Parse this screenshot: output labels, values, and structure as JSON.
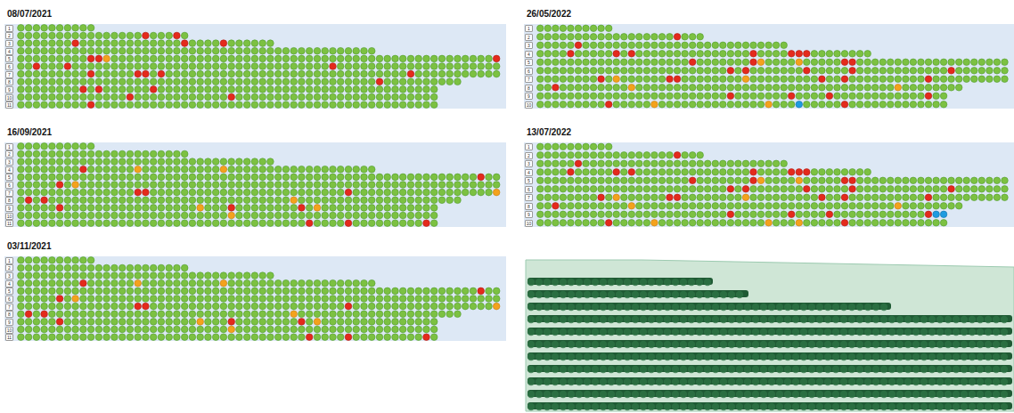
{
  "diagram": {
    "labels": [
      "08/07/2021",
      "16/09/2021",
      "03/11/2021",
      "26/05/2022",
      "13/07/2022",
      "1",
      "2",
      "3",
      "4",
      "5",
      "6",
      "7",
      "8",
      "9",
      "10",
      "11",
      "1",
      "2",
      "3",
      "4",
      "5",
      "6",
      "7",
      "8",
      "9",
      "10",
      "11",
      "1",
      "2",
      "3",
      "4",
      "5",
      "6",
      "7",
      "8",
      "9",
      "10",
      "11",
      "1",
      "2",
      "3",
      "4",
      "5",
      "6",
      "7",
      "8",
      "9",
      "10",
      "1",
      "2",
      "3",
      "4",
      "5",
      "6",
      "7",
      "8",
      "9",
      "10"
    ]
  }
}
